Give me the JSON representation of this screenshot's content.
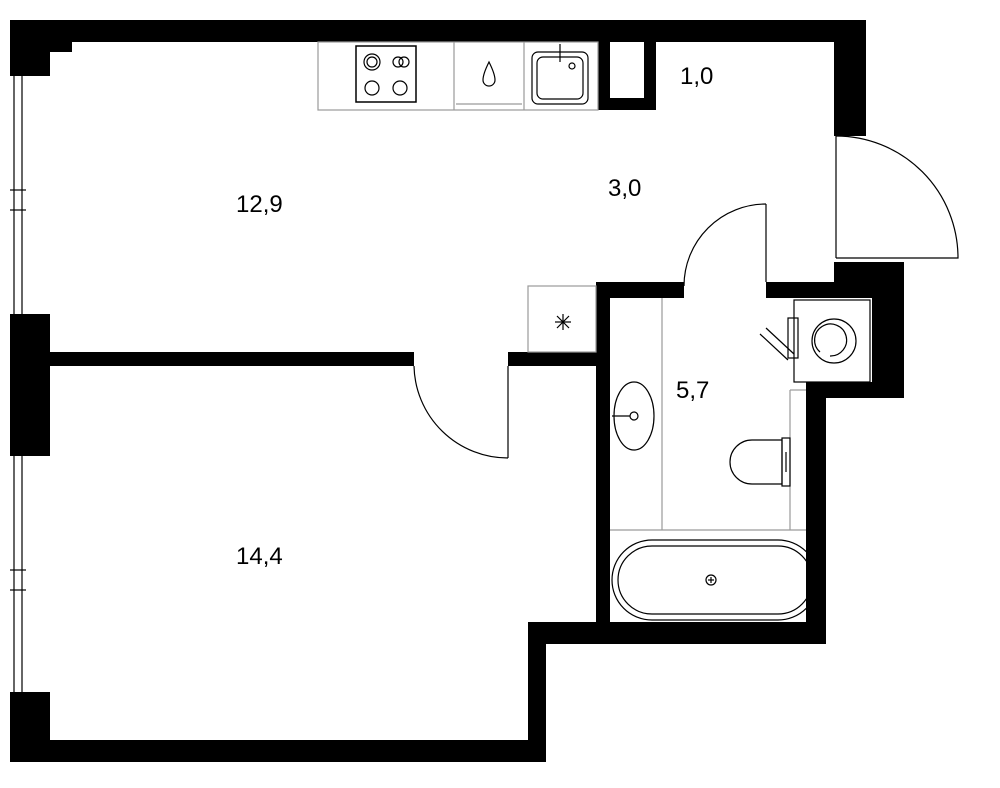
{
  "floorplan": {
    "rooms": [
      {
        "id": "kitchen-living",
        "area": "12,9"
      },
      {
        "id": "hallway",
        "area": "3,0"
      },
      {
        "id": "closet",
        "area": "1,0"
      },
      {
        "id": "bathroom",
        "area": "5,7"
      },
      {
        "id": "bedroom",
        "area": "14,4"
      }
    ],
    "colors": {
      "wall": "#000000",
      "background": "#ffffff",
      "fixture_line": "#9a9a9a"
    },
    "icons": [
      "stove-icon",
      "water-drop-icon",
      "kitchen-sink-icon",
      "ventilation-icon",
      "washbasin-icon",
      "washing-machine-icon",
      "toilet-icon",
      "bathtub-icon"
    ]
  }
}
